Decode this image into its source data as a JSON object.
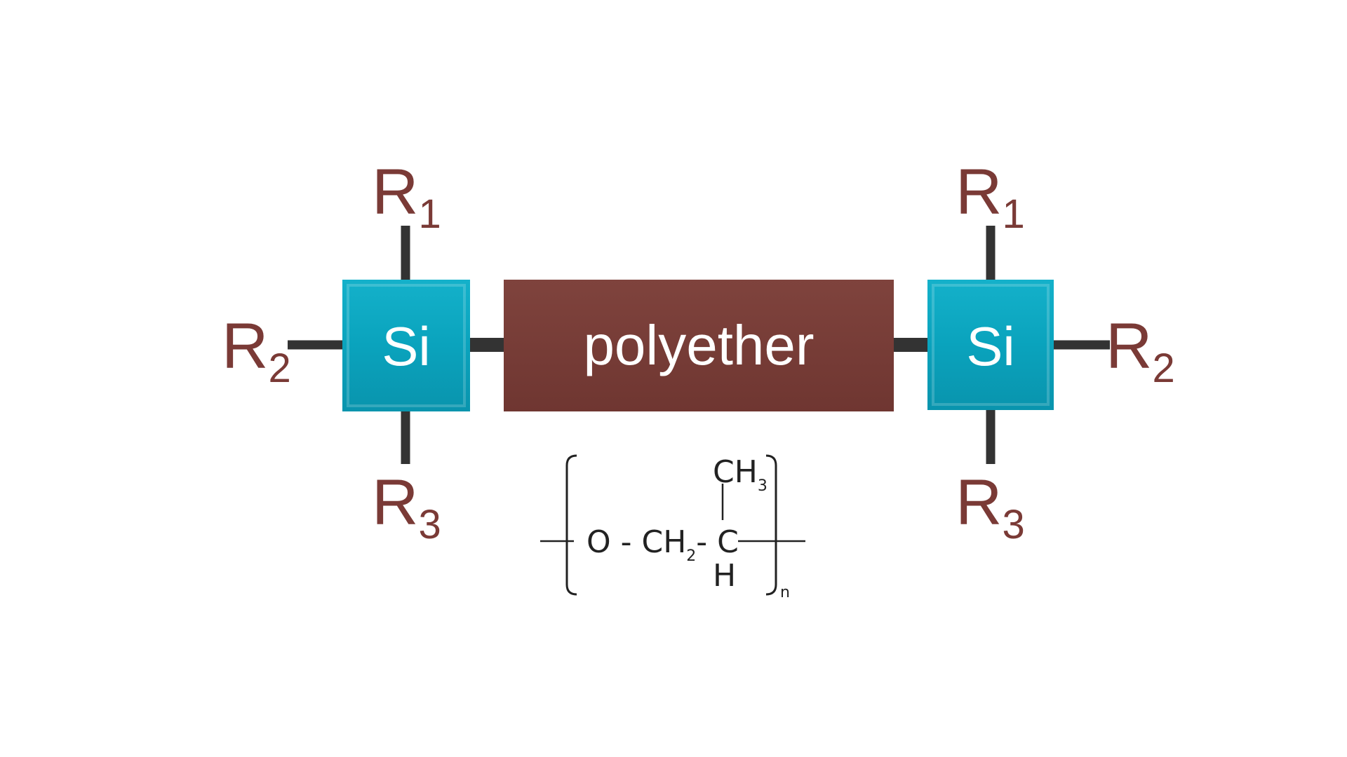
{
  "colors": {
    "si_box": "#0aa3bd",
    "polymer_box": "#763a35",
    "bond": "#333333",
    "label": "#7a3a36",
    "formula": "#222222"
  },
  "left_silane": {
    "center_label": "Si",
    "top": {
      "r": "R",
      "sub": "1"
    },
    "side": {
      "r": "R",
      "sub": "2"
    },
    "bottom": {
      "r": "R",
      "sub": "3"
    }
  },
  "right_silane": {
    "center_label": "Si",
    "top": {
      "r": "R",
      "sub": "1"
    },
    "side": {
      "r": "R",
      "sub": "2"
    },
    "bottom": {
      "r": "R",
      "sub": "3"
    }
  },
  "backbone": {
    "label": "polyether"
  },
  "repeat_unit": {
    "chain_left": "O - CH",
    "chain_left_sub": "2",
    "chain_dash": "- C",
    "top_group": "CH",
    "top_group_sub": "3",
    "bottom_group": "H",
    "repeat_index": "n"
  }
}
